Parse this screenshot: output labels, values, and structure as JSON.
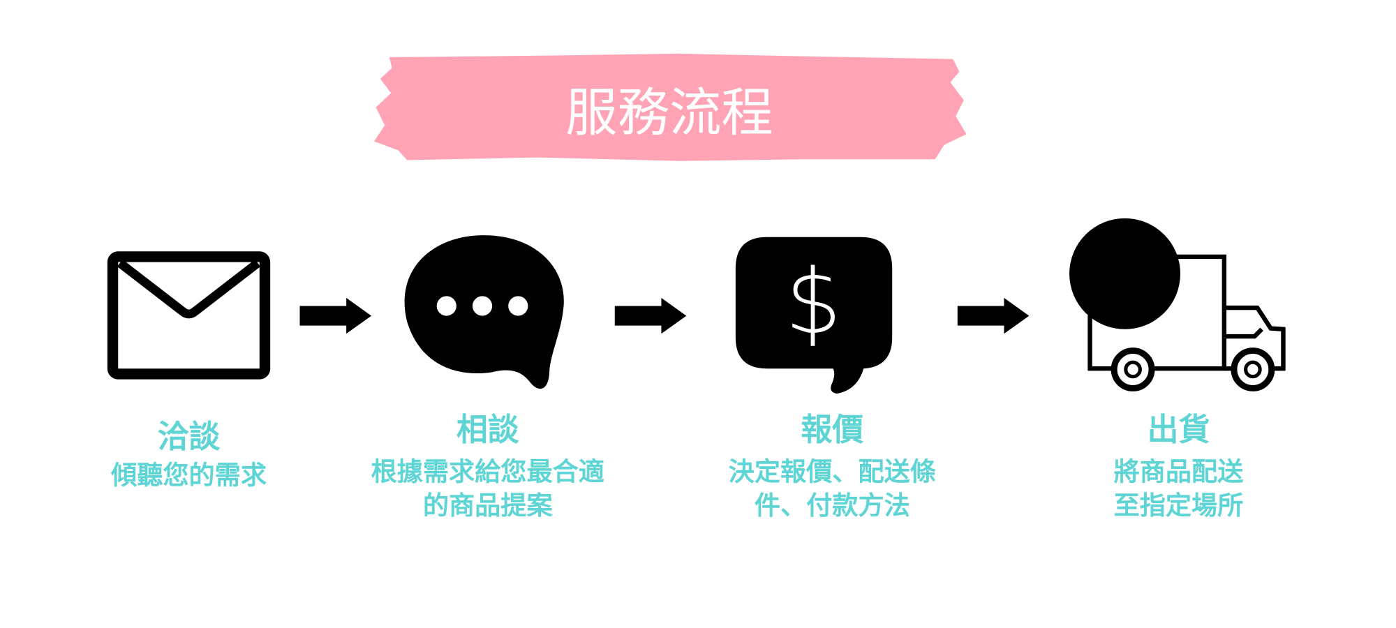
{
  "title": "服務流程",
  "colors": {
    "banner": "#ffa3b5",
    "text": "#5fd4d4",
    "icon": "#000000"
  },
  "steps": [
    {
      "icon": "envelope-icon",
      "heading": "洽談",
      "lines": [
        "傾聽您的需求"
      ]
    },
    {
      "icon": "chat-bubble-icon",
      "heading": "相談",
      "lines": [
        "根據需求給您最合適",
        "的商品提案"
      ]
    },
    {
      "icon": "dollar-bubble-icon",
      "heading": "報價",
      "lines": [
        "決定報價、配送條",
        "件、付款方法"
      ]
    },
    {
      "icon": "truck-icon",
      "heading": "出貨",
      "lines": [
        "將商品配送",
        "至指定場所"
      ]
    }
  ]
}
